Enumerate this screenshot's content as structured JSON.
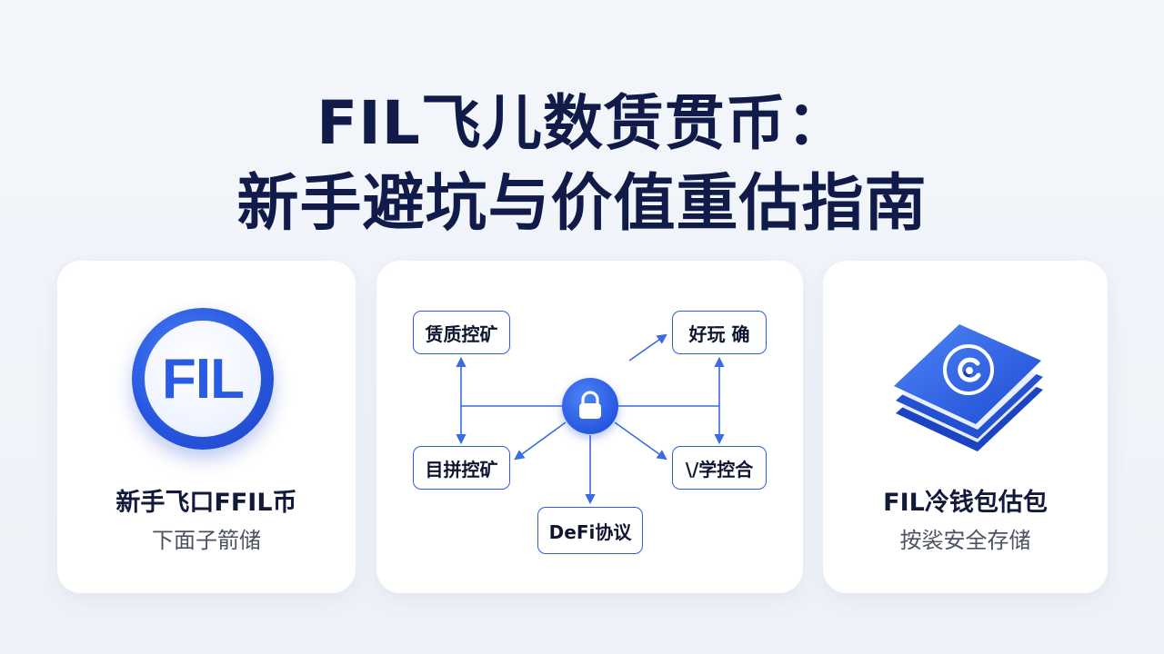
{
  "title": {
    "line1": "FIL飞儿数赁贯币：",
    "line2": "新手避坑与价值重估指南"
  },
  "cards": [
    {
      "icon": "fil-coin-icon",
      "coin_label": "FIL",
      "title": "新手飞口FFIL币",
      "subtitle": "下面子箭储"
    },
    {
      "diagram": {
        "center_icon": "lock-icon",
        "nodes": [
          "赁质控矿",
          "好玩 确",
          "目拼控矿",
          "\\/学控合",
          "DeFi协议"
        ]
      }
    },
    {
      "icon": "cold-wallet-icon",
      "title": "FIL冷钱包估包",
      "subtitle": "按裟安全存储"
    }
  ],
  "colors": {
    "accent": "#2c5fde",
    "title": "#101b4a",
    "background": "#f1f4f9"
  }
}
